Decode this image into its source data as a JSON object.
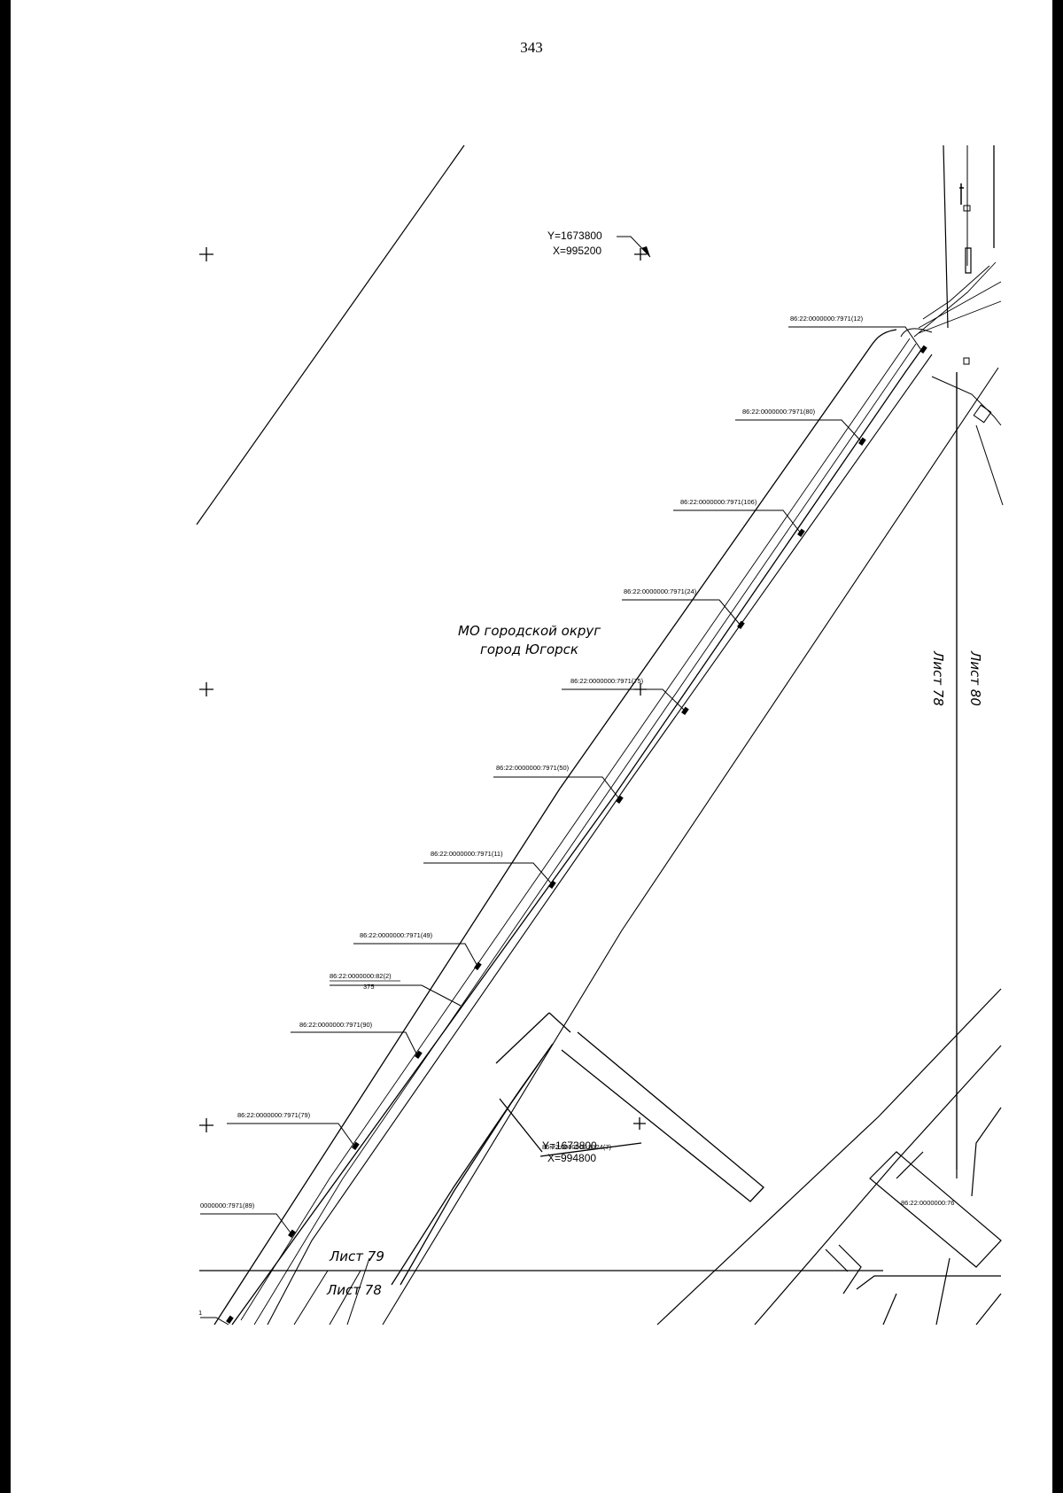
{
  "page_number": "343",
  "coords_top": {
    "y": "Y=1673800",
    "x": "X=995200"
  },
  "coords_bottom": {
    "y": "Y=1673800",
    "x": "X=994800"
  },
  "area_label": {
    "line1": "МО городской округ",
    "line2": "город Югорск"
  },
  "sheets": {
    "sheet79": "Лист 79",
    "sheet78_bottom": "Лист 78",
    "sheet78_right": "Лист 78",
    "sheet80_right": "Лист 80"
  },
  "parcel_labels": [
    "86:22:0000000:7971(12)",
    "86:22:0000000:7971(80)",
    "86:22:0000000:7971(106)",
    "86:22:0000000:7971(24)",
    "86:22:0000000:7971(75)",
    "86:22:0000000:7971(50)",
    "86:22:0000000:7971(11)",
    "86:22:0000000:7971(49)",
    "86:22:0000000:7971(90)",
    "86:22:0000000:7971(79)",
    "0000000:7971(89)"
  ],
  "parcel_fraction": {
    "numerator": "86:22:0000000:82(2)",
    "denominator": "375"
  },
  "parcel_extra": {
    "bottom_mid": "86:22:0000000:8324(7)",
    "bottom_right": "86:22:0000000:76"
  },
  "small_marks": {
    "point_one": "1"
  }
}
